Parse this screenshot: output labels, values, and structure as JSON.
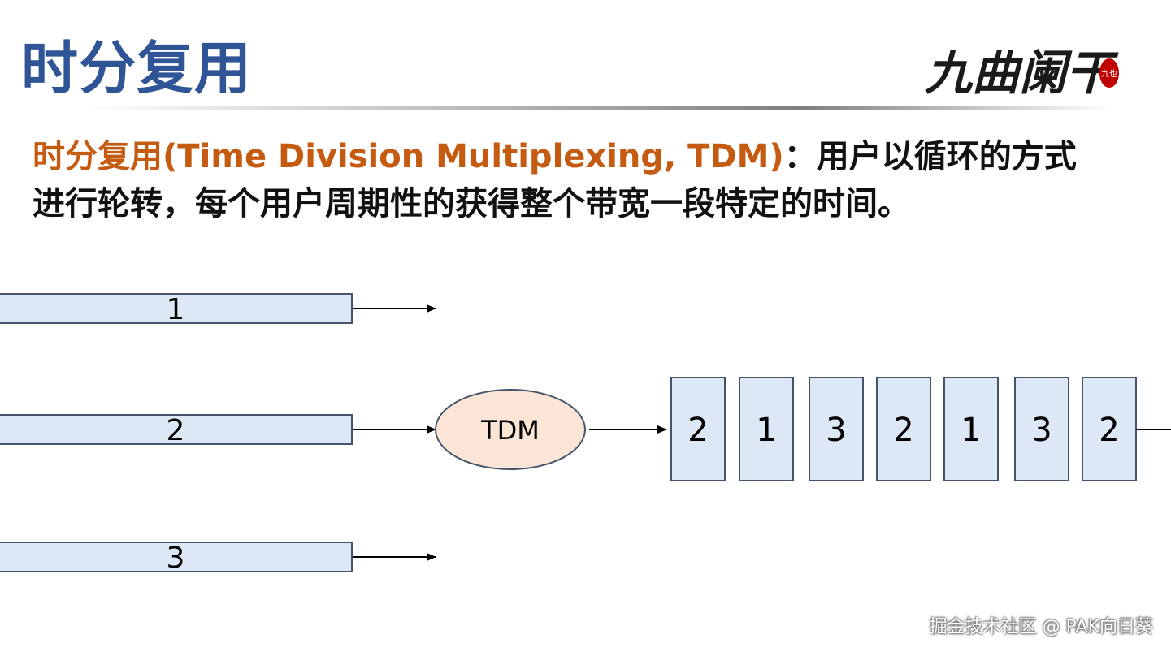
{
  "title": "时分复用",
  "logo": {
    "text": "九曲阑干",
    "seal_text": "九也",
    "seal_color": "#c00000"
  },
  "definition": {
    "term": "时分复用(Time Division Multiplexing, TDM)",
    "separator": "：",
    "text": "用户以循环的方式进行轮转，每个用户周期性的获得整个带宽一段特定的时间。"
  },
  "diagram": {
    "input_channels": [
      "1",
      "2",
      "3"
    ],
    "multiplexer_label": "TDM",
    "output_slots": [
      "2",
      "1",
      "3",
      "2",
      "1",
      "3",
      "2"
    ],
    "colors": {
      "channel_fill": "#dde8f6",
      "channel_stroke": "#44546a",
      "multiplexer_fill": "#fbe5d6",
      "multiplexer_stroke": "#44546a",
      "arrow": "#000000"
    }
  },
  "colors": {
    "title": "#2f5597",
    "term": "#c55a11",
    "body": "#111111"
  },
  "watermark": "掘金技术社区 @ PAK向日葵"
}
